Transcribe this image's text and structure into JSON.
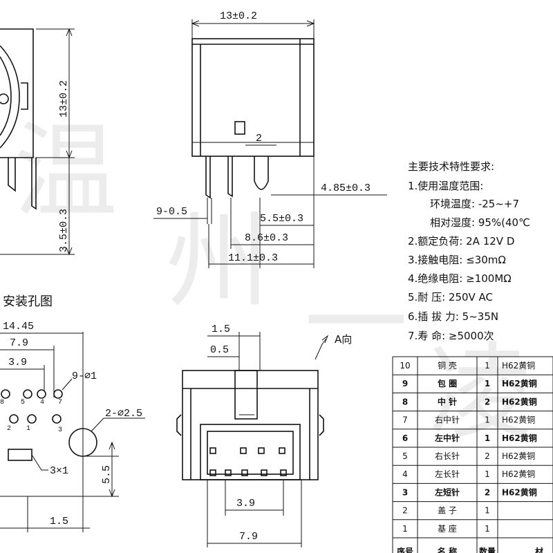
{
  "watermark": [
    "温",
    "州",
    "一",
    "凌"
  ],
  "side_view": {
    "height": "13±0.2",
    "pin_length": "3.5±0.3"
  },
  "front_view": {
    "width": "13±0.2",
    "pin_pitch": "2",
    "pin_width": "9-0.5",
    "dim_a": "5.5±0.3",
    "dim_b": "8.6±0.3",
    "dim_c": "11.1±0.3",
    "dim_d": "4.85±0.3"
  },
  "hole_plan": {
    "title": "安装孔图",
    "w1": "14.45",
    "w2": "7.9",
    "w3": "3.9",
    "hole": "9-⌀1",
    "mount": "2-⌀2.5",
    "slot": "3×1",
    "v1": "5.5",
    "h1": "1.5",
    "pins_top": [
      "8",
      "5",
      "4",
      "7"
    ],
    "pins_bottom": [
      "2",
      "1",
      "3"
    ]
  },
  "a_view": {
    "label": "A向",
    "d1": "1.5",
    "d2": "0.5",
    "d3": "3.9",
    "d4": "7.9"
  },
  "requirements": {
    "title": "主要技术特性要求:",
    "lines": [
      "1.使用温度范围:",
      "环境温度: -25~+7",
      "相对湿度: 95%(40℃",
      "2.额定负荷: 2A 12V D",
      "3.接触电阻: ≤30mΩ",
      "4.绝缘电阻: ≥100MΩ",
      "5.耐     压: 250V AC",
      "6.插 拔 力: 5~35N",
      "7.寿     命: ≥5000次"
    ]
  },
  "bom": {
    "rows": [
      {
        "no": "10",
        "name": "铜 壳",
        "qty": "1",
        "mat": "H62黄铜"
      },
      {
        "no": "9",
        "name": "包 圈",
        "qty": "1",
        "mat": "H62黄铜"
      },
      {
        "no": "8",
        "name": "中 针",
        "qty": "2",
        "mat": "H62黄铜"
      },
      {
        "no": "7",
        "name": "右中针",
        "qty": "1",
        "mat": "H62黄铜"
      },
      {
        "no": "6",
        "name": "左中针",
        "qty": "1",
        "mat": "H62黄铜"
      },
      {
        "no": "5",
        "name": "右长针",
        "qty": "2",
        "mat": "H62黄铜"
      },
      {
        "no": "4",
        "name": "左长针",
        "qty": "1",
        "mat": "H62黄铜"
      },
      {
        "no": "3",
        "name": "左短针",
        "qty": "2",
        "mat": "H62黄铜"
      },
      {
        "no": "2",
        "name": "盖 子",
        "qty": "1",
        "mat": ""
      },
      {
        "no": "1",
        "name": "基 座",
        "qty": "1",
        "mat": ""
      }
    ],
    "header": {
      "no": "序号",
      "name": "名 称",
      "qty": "数量",
      "mat": "材"
    }
  }
}
